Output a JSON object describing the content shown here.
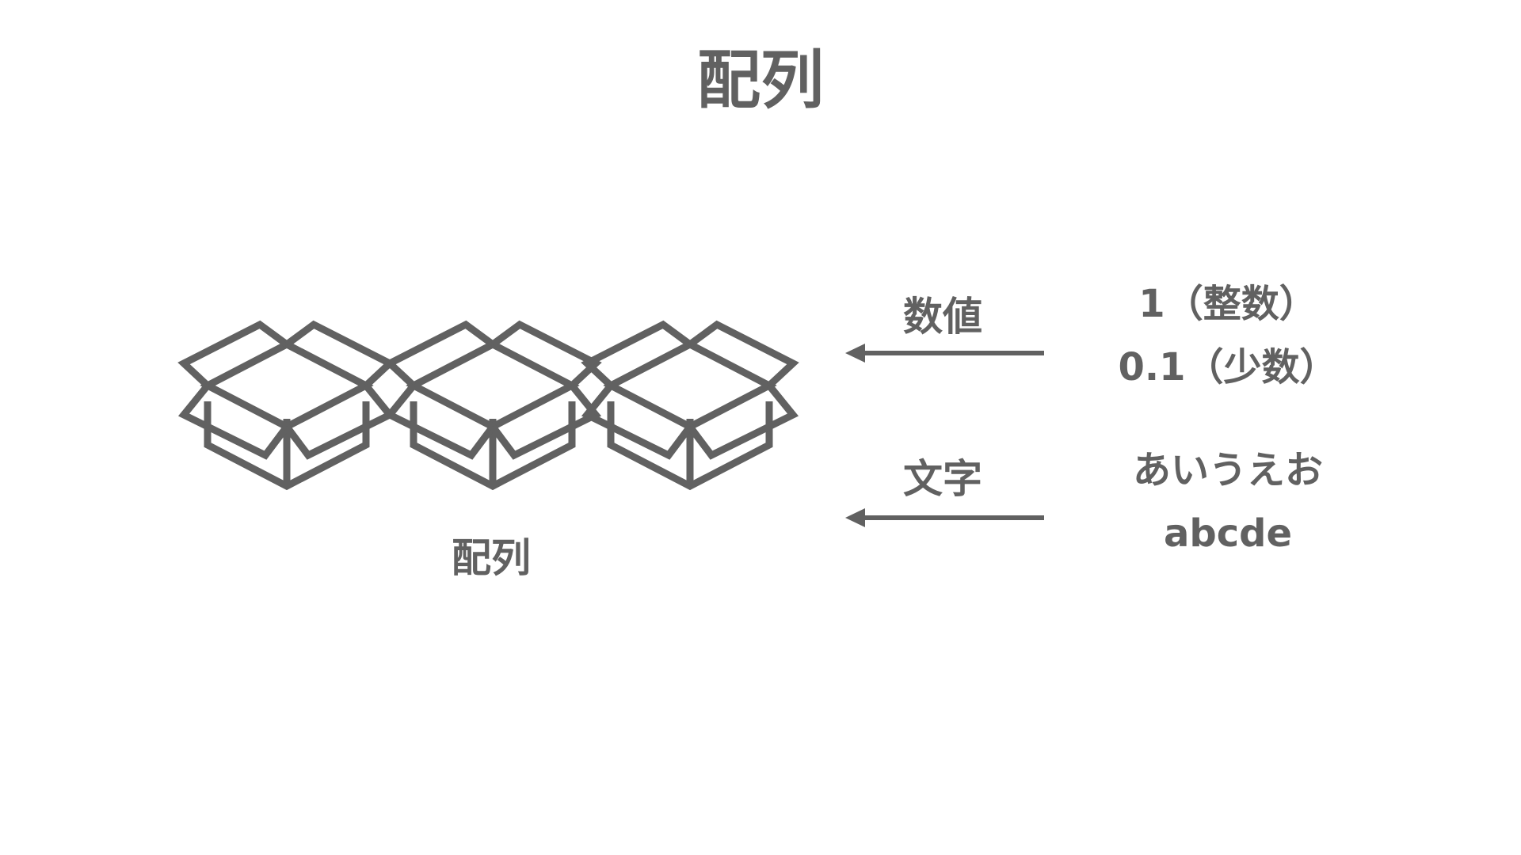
{
  "title": "配列",
  "array": {
    "caption": "配列",
    "box_count": 3,
    "icon": "open-cardboard-box-icon"
  },
  "inputs": [
    {
      "label": "数値",
      "values": [
        "1（整数）",
        "0.1（少数）"
      ]
    },
    {
      "label": "文字",
      "values": [
        "あいうえお",
        "abcde"
      ]
    }
  ],
  "colors": {
    "ink": "#616161",
    "background": "#ffffff"
  }
}
